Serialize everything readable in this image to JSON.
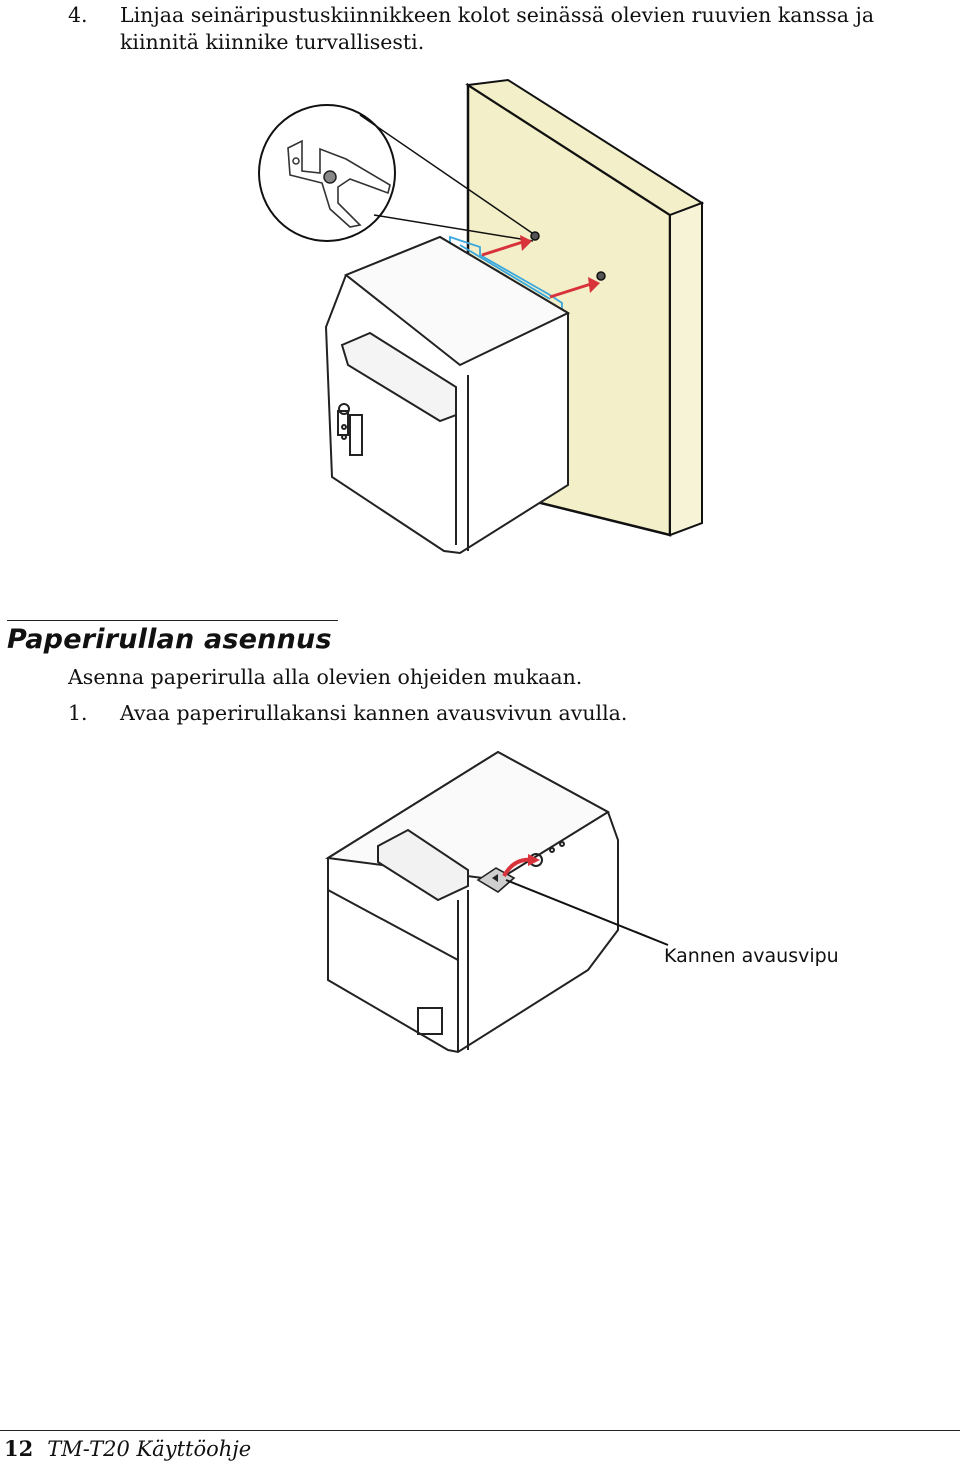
{
  "section1": {
    "step_number": "4.",
    "step_text": "Linjaa seinäripustuskiinnikkeen kolot seinässä olevien ruuvien kanssa ja kiinnitä kiinnike turvallisesti."
  },
  "section2": {
    "heading": "Paperirullan asennus",
    "intro": "Asenna paperirulla alla olevien ohjeiden mukaan.",
    "step_number": "1.",
    "step_text": "Avaa paperirullakansi kannen avausvivun avulla.",
    "callout_label": "Kannen avausvipu"
  },
  "footer": {
    "page_number": "12",
    "doc_title": "TM-T20 Käyttöohje"
  },
  "colors": {
    "wall": "#f3efc8",
    "bracket": "#3aa7dc",
    "arrow": "#d8323a"
  },
  "icons": {
    "lever_mark": "triangle-icon"
  }
}
